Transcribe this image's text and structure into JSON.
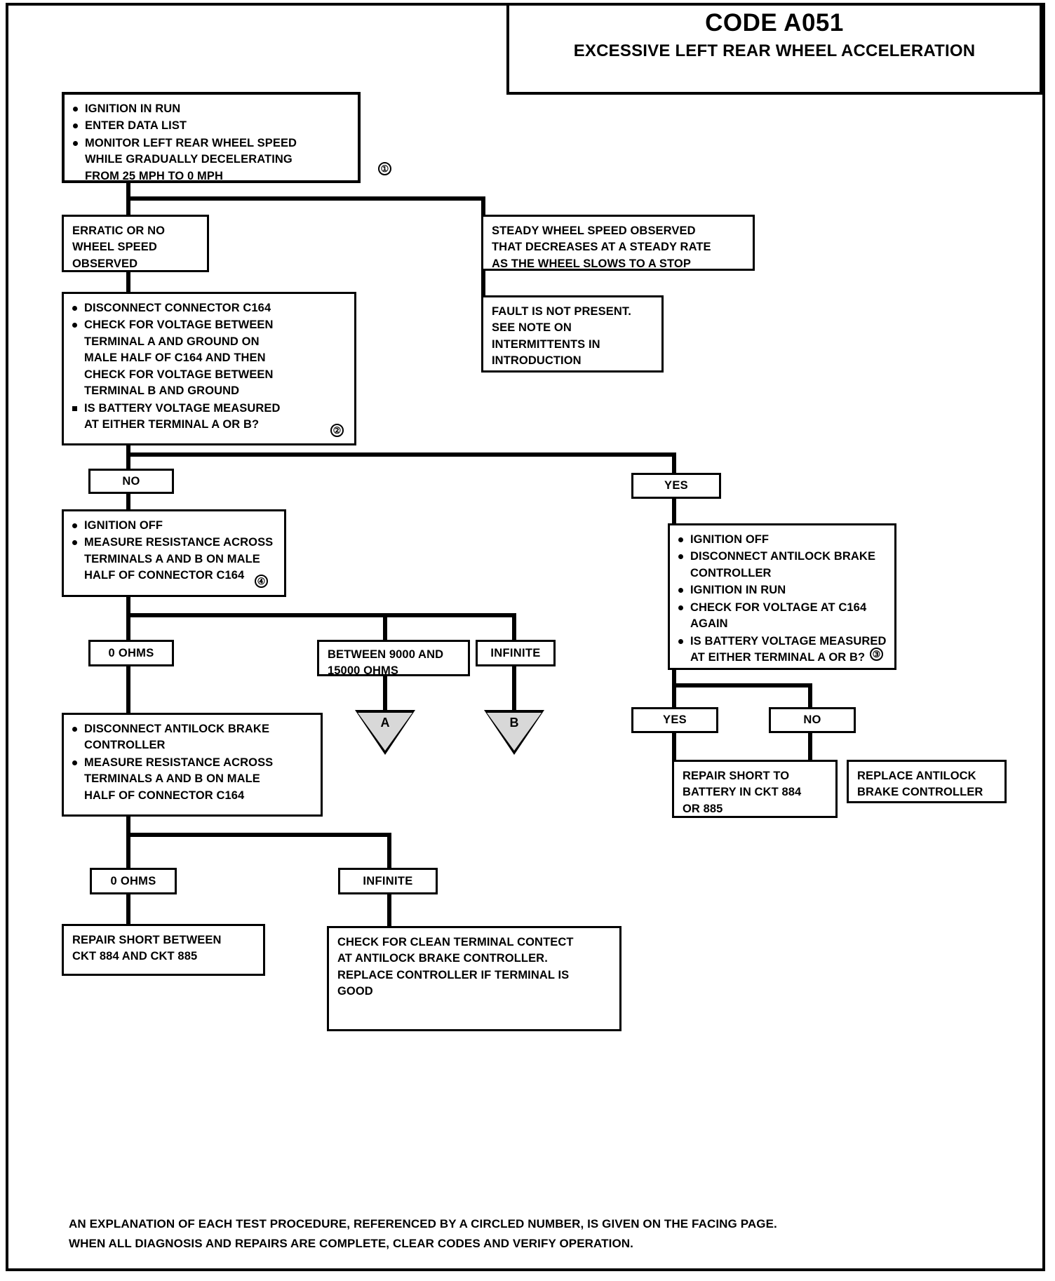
{
  "title": {
    "code": "CODE A051",
    "subtitle": "EXCESSIVE LEFT REAR WHEEL\nACCELERATION"
  },
  "nodes": {
    "start": {
      "items": [
        "IGNITION IN RUN",
        "ENTER DATA LIST",
        "MONITOR LEFT REAR WHEEL SPEED\nWHILE GRADUALLY DECELERATING\nFROM 25 MPH TO 0 MPH"
      ],
      "step": "①"
    },
    "erratic": {
      "text": "ERRATIC OR NO\nWHEEL SPEED\nOBSERVED"
    },
    "steady": {
      "text": "STEADY WHEEL SPEED OBSERVED\nTHAT DECREASES AT A STEADY RATE\nAS THE WHEEL SLOWS TO A STOP"
    },
    "not_present": {
      "text": "FAULT IS NOT PRESENT.\nSEE NOTE ON\nINTERMITTENTS IN\nINTRODUCTION"
    },
    "check_voltage": {
      "items": [
        "DISCONNECT CONNECTOR C164",
        "CHECK FOR VOLTAGE BETWEEN\nTERMINAL A AND GROUND ON\nMALE HALF OF C164 AND THEN\nCHECK FOR VOLTAGE BETWEEN\nTERMINAL B AND GROUND",
        "IS BATTERY VOLTAGE MEASURED\nAT EITHER TERMINAL A OR B?"
      ],
      "step": "②"
    },
    "branch_no_1": {
      "label": "NO"
    },
    "branch_yes_1": {
      "label": "YES"
    },
    "measure_res": {
      "items": [
        "IGNITION OFF",
        "MEASURE RESISTANCE ACROSS\nTERMINALS A AND B ON MALE\nHALF OF CONNECTOR C164"
      ],
      "step": "④"
    },
    "ohms_0_a": {
      "label": "0 OHMS"
    },
    "between_ohms": {
      "text": "BETWEEN 9000 AND\n15000 OHMS"
    },
    "infinite_a": {
      "label": "INFINITE"
    },
    "tri_a": {
      "letter": "A"
    },
    "tri_b": {
      "letter": "B"
    },
    "abs_voltage": {
      "items": [
        "IGNITION OFF",
        "DISCONNECT ANTILOCK BRAKE\nCONTROLLER",
        "IGNITION IN RUN",
        "CHECK FOR VOLTAGE AT C164\nAGAIN",
        "IS BATTERY VOLTAGE MEASURED\nAT EITHER TERMINAL A OR B?"
      ],
      "step": "③"
    },
    "branch_yes_2": {
      "label": "YES"
    },
    "branch_no_2": {
      "label": "NO"
    },
    "repair_short_batt": {
      "text": "REPAIR SHORT TO\nBATTERY IN CKT 884\nOR 885"
    },
    "replace_controller": {
      "text": "REPLACE ANTILOCK\nBRAKE CONTROLLER"
    },
    "disconnect_measure": {
      "items": [
        "DISCONNECT ANTILOCK BRAKE\nCONTROLLER",
        "MEASURE RESISTANCE ACROSS\nTERMINALS A AND B ON MALE\nHALF OF CONNECTOR C164"
      ]
    },
    "ohms_0_b": {
      "label": "0 OHMS"
    },
    "infinite_b": {
      "label": "INFINITE"
    },
    "repair_short_ckt": {
      "text": "REPAIR SHORT BETWEEN\nCKT 884 AND CKT 885"
    },
    "check_terminal": {
      "text": "CHECK FOR CLEAN TERMINAL CONTECT\nAT ANTILOCK BRAKE CONTROLLER.\nREPLACE CONTROLLER IF TERMINAL IS\nGOOD"
    }
  },
  "footer": {
    "line1": "AN EXPLANATION OF EACH TEST PROCEDURE, REFERENCED BY A CIRCLED NUMBER,  IS GIVEN ON THE FACING PAGE.",
    "line2": "WHEN ALL DIAGNOSIS AND REPAIRS ARE COMPLETE, CLEAR CODES AND VERIFY OPERATION."
  },
  "colors": {
    "ink": "#000000",
    "paper": "#ffffff",
    "triangle_fill": "#d8d8d8"
  }
}
